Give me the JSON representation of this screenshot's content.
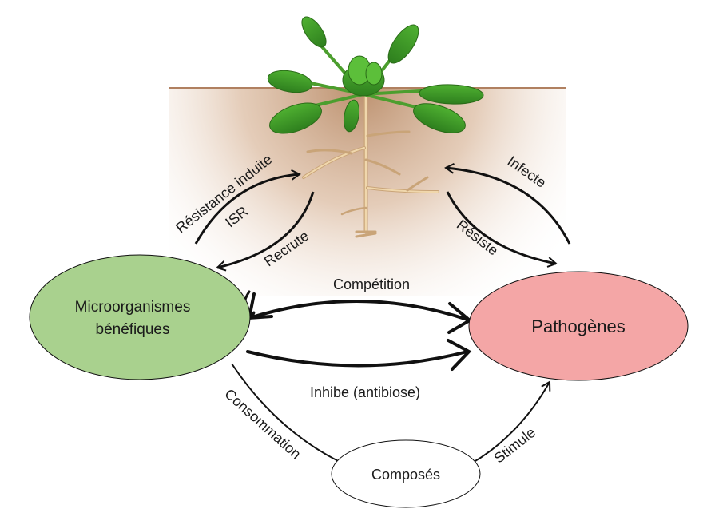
{
  "nodes": {
    "beneficial": {
      "line1": "Microorganismes",
      "line2": "bénéfiques",
      "fill": "#a9d18e"
    },
    "pathogens": {
      "label": "Pathogènes",
      "fill": "#f4a6a6"
    },
    "compounds": {
      "label": "Composés",
      "fill": "#ffffff"
    }
  },
  "edges": {
    "isr_line1": "Résistance induite",
    "isr_line2": "ISR",
    "recruits": "Recrute",
    "infects": "Infecte",
    "resists": "Résiste",
    "competition": "Compétition",
    "inhibits": "Inhibe (antibiose)",
    "consumption": "Consommation",
    "stimulates": "Stimule"
  },
  "colors": {
    "soil": "#c9a07c",
    "soil_line": "#b08060",
    "leaf": "#3f9a2a",
    "root": "#e8c89a",
    "stroke": "#111111"
  }
}
